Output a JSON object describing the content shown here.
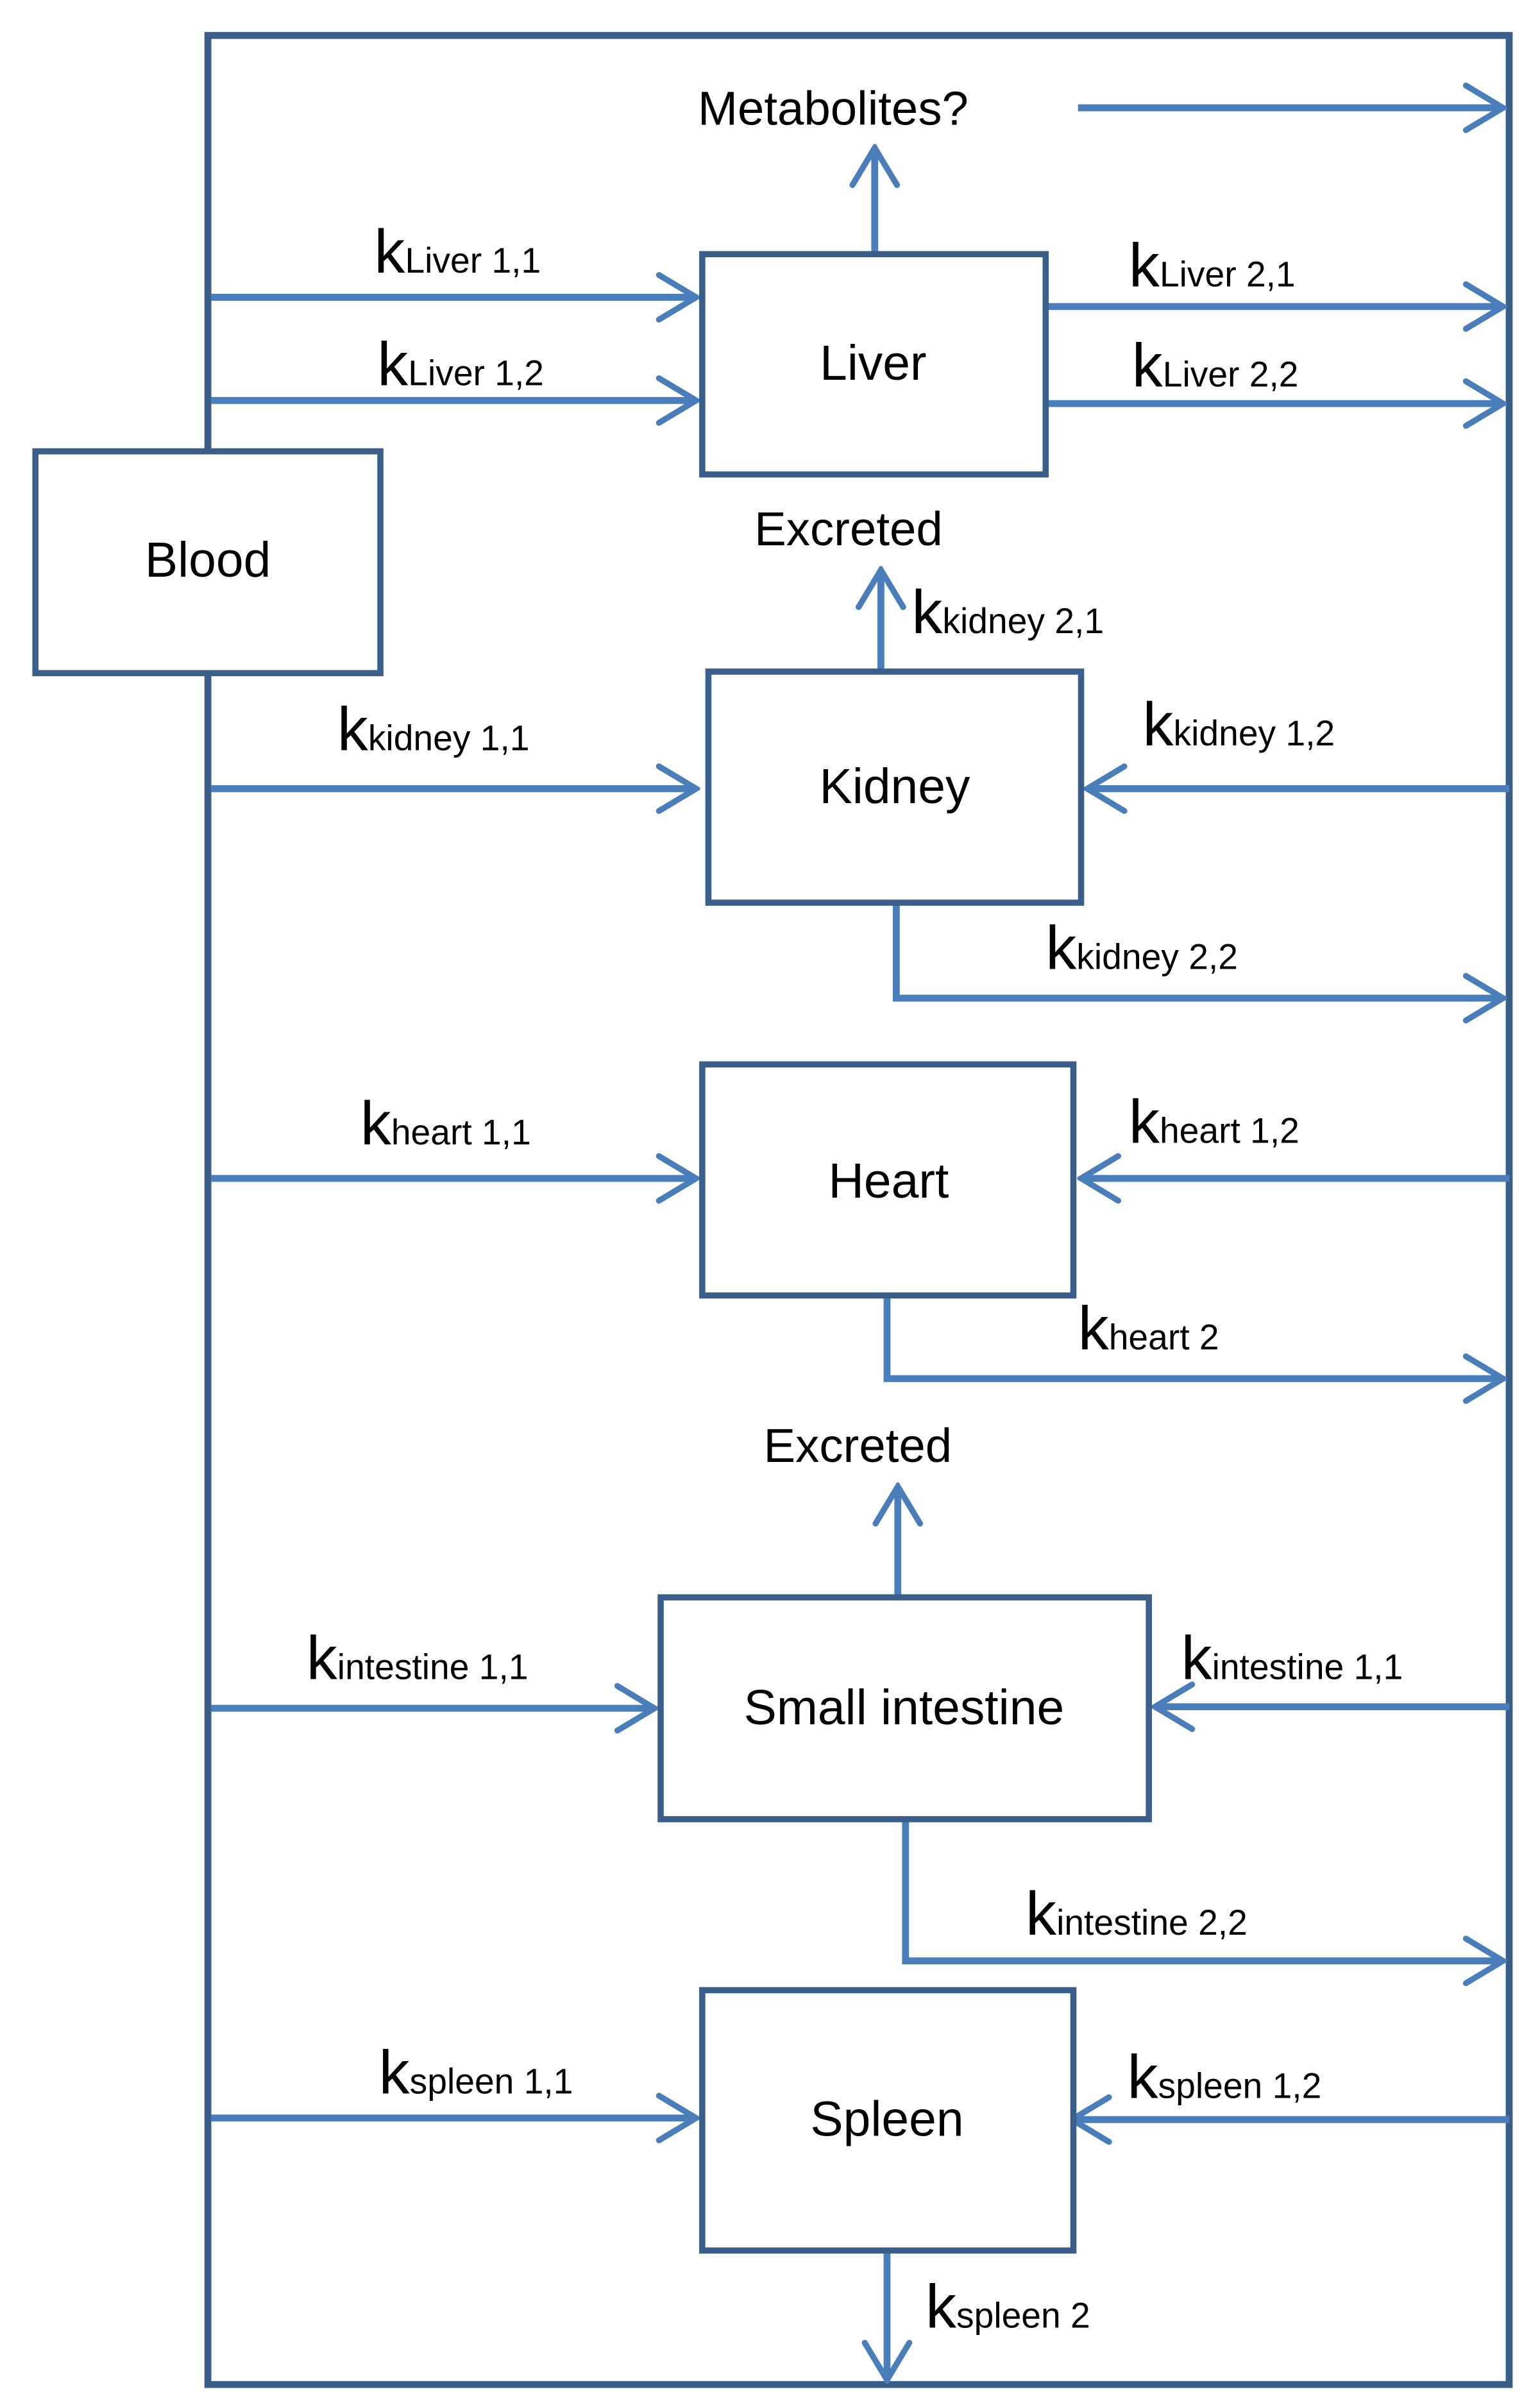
{
  "colors": {
    "frame": "#3a5f8a",
    "arrow": "#4a7ebb",
    "text": "#000000"
  },
  "nodes": {
    "blood": "Blood",
    "liver": "Liver",
    "kidney": "Kidney",
    "heart": "Heart",
    "small_intestine": "Small intestine",
    "spleen": "Spleen"
  },
  "annotations": {
    "metabolites": "Metabolites?",
    "excreted_kidney": "Excreted",
    "excreted_intestine": "Excreted"
  },
  "rates": {
    "symbol": "k",
    "liver_1_1": "Liver 1,1",
    "liver_1_2": "Liver 1,2",
    "liver_2_1": "Liver 2,1",
    "liver_2_2": "Liver 2,2",
    "kidney_2_1": "kidney 2,1",
    "kidney_1_1": "kidney 1,1",
    "kidney_1_2": "kidney 1,2",
    "kidney_2_2": "kidney 2,2",
    "heart_1_1": "heart 1,1",
    "heart_1_2": "heart 1,2",
    "heart_2": "heart 2",
    "intestine_1_1_in": "intestine 1,1",
    "intestine_1_1_out": "intestine 1,1",
    "intestine_2_2": "intestine 2,2",
    "spleen_1_1": "spleen 1,1",
    "spleen_1_2": "spleen 1,2",
    "spleen_2": "spleen 2"
  }
}
